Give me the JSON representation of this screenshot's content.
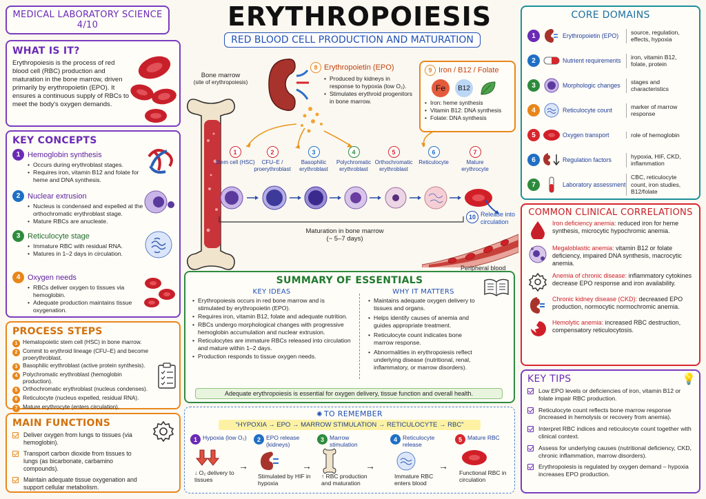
{
  "course": {
    "line1": "MEDICAL LABORATORY SCIENCE",
    "line2": "4/10"
  },
  "title": "ERYTHROPOIESIS",
  "subtitle": "RED BLOOD CELL PRODUCTION AND MATURATION",
  "what": {
    "heading": "WHAT IS IT?",
    "text": "Erythropoiesis is the process of red blood cell (RBC) production and maturation in the bone marrow, driven primarily by erythropoietin (EPO). It ensures a continuous supply of RBCs to meet the body's oxygen demands."
  },
  "key_concepts": {
    "heading": "KEY CONCEPTS",
    "items": [
      {
        "num": "1",
        "title": "Hemoglobin synthesis",
        "points": [
          "Occurs during erythroblast stages.",
          "Requires iron, vitamin B12 and folate for heme and DNA synthesis."
        ]
      },
      {
        "num": "2",
        "title": "Nuclear extrusion",
        "points": [
          "Nucleus is condensed and expelled at the orthochromatic erythroblast stage.",
          "Mature RBCs are anucleate."
        ]
      },
      {
        "num": "3",
        "title": "Reticulocyte stage",
        "points": [
          "Immature RBC with residual RNA.",
          "Matures in 1–2 days in circulation."
        ]
      },
      {
        "num": "4",
        "title": "Oxygen needs",
        "points": [
          "RBCs deliver oxygen to tissues via hemoglobin.",
          "Adequate production maintains tissue oxygenation."
        ]
      }
    ]
  },
  "process": {
    "heading": "PROCESS STEPS",
    "items": [
      "Hematopoietic stem cell (HSC) in bone marrow.",
      "Commit to erythroid lineage (CFU–E) and become proerythroblast.",
      "Basophilic erythroblast (active protein synthesis).",
      "Polychromatic erythroblast (hemoglobin production).",
      "Orthochromatic erythroblast (nucleus condenses).",
      "Reticulocyte (nucleus expelled, residual RNA).",
      "Mature erythrocyte (enters circulation)."
    ]
  },
  "functions": {
    "heading": "MAIN FUNCTIONS",
    "items": [
      "Deliver oxygen from lungs to tissues (via hemoglobin).",
      "Transport carbon dioxide from tissues to lungs (as bicarbonate, carbamino compounds).",
      "Maintain adequate tissue oxygenation and support cellular metabolism."
    ]
  },
  "diagram": {
    "bone_label": "Bone marrow",
    "bone_sub": "(site of erythropoiesis)",
    "epo": {
      "num": "8",
      "title": "Erythropoietin (EPO)",
      "points": [
        "Produced by kidneys in response to hypoxia (low O₂).",
        "Stimulates erythroid progenitors in bone marrow."
      ]
    },
    "nutrients": {
      "num": "9",
      "title": "Iron / B12 / Folate",
      "fe": "Fe",
      "b12": "B12",
      "points": [
        "Iron: heme synthesis",
        "Vitamin B12: DNA synthesis",
        "Folate: DNA synthesis"
      ]
    },
    "stages": [
      {
        "num": "1",
        "name": "Stem cell (HSC)"
      },
      {
        "num": "2",
        "name": "CFU–E / proerythroblast"
      },
      {
        "num": "3",
        "name": "Basophilic erythroblast"
      },
      {
        "num": "4",
        "name": "Polychromatic erythroblast"
      },
      {
        "num": "5",
        "name": "Orthochromatic erythroblast"
      },
      {
        "num": "6",
        "name": "Reticulocyte"
      },
      {
        "num": "7",
        "name": "Mature erythrocyte"
      }
    ],
    "release": {
      "num": "10",
      "label": "Release into circulation"
    },
    "maturation": "Maturation in bone marrow",
    "maturation_days": "(~ 5–7 days)",
    "peripheral": "Peripheral blood"
  },
  "domains": {
    "heading": "CORE DOMAINS",
    "items": [
      {
        "num": "1",
        "name": "Erythropoietin (EPO)",
        "desc": "source, regulation, effects, hypoxia"
      },
      {
        "num": "2",
        "name": "Nutrient requirements",
        "desc": "iron, vitamin B12, folate, protein"
      },
      {
        "num": "3",
        "name": "Morphologic changes",
        "desc": "stages and characteristics"
      },
      {
        "num": "4",
        "name": "Reticulocyte count",
        "desc": "marker of marrow response"
      },
      {
        "num": "5",
        "name": "Oxygen transport",
        "desc": "role of hemoglobin"
      },
      {
        "num": "6",
        "name": "Regulation factors",
        "desc": "hypoxia, HIF, CKD, inflammation"
      },
      {
        "num": "7",
        "name": "Laboratory assessment",
        "desc": "CBC, reticulocyte count, iron studies, B12/folate"
      }
    ]
  },
  "correlations": {
    "heading": "COMMON CLINICAL CORRELATIONS",
    "items": [
      {
        "term": "Iron deficiency anemia:",
        "desc": " reduced iron for heme synthesis, microcytic hypochromic anemia."
      },
      {
        "term": "Megaloblastic anemia:",
        "desc": " vitamin B12 or folate deficiency, impaired DNA synthesis, macrocytic anemia."
      },
      {
        "term": "Anemia of chronic disease:",
        "desc": " inflammatory cytokines decrease EPO response and iron availability."
      },
      {
        "term": "Chronic kidney disease (CKD):",
        "desc": " decreased EPO production, normocytic normochromic anemia."
      },
      {
        "term": "Hemolytic anemia:",
        "desc": " increased RBC destruction, compensatory reticulocytosis."
      }
    ]
  },
  "tips": {
    "heading": "KEY TIPS",
    "items": [
      "Low EPO levels or deficiencies of iron, vitamin B12 or folate impair RBC production.",
      "Reticulocyte count reflects bone marrow response (increased in hemolysis or recovery from anemia).",
      "Interpret RBC indices and reticulocyte count together with clinical context.",
      "Assess for underlying causes (nutritional deficiency, CKD, chronic inflammation, marrow disorders).",
      "Erythropoiesis is regulated by oxygen demand – hypoxia increases EPO production."
    ]
  },
  "summary": {
    "heading": "SUMMARY OF ESSENTIALS",
    "left_heading": "KEY IDEAS",
    "right_heading": "WHY IT MATTERS",
    "left": [
      "Erythropoiesis occurs in red bone marrow and is stimulated by erythropoietin (EPO).",
      "Requires iron, vitamin B12, folate and adequate nutrition.",
      "RBCs undergo morphological changes with progressive hemoglobin accumulation and nuclear extrusion.",
      "Reticulocytes are immature RBCs released into circulation and mature within 1–2 days.",
      "Production responds to tissue oxygen needs."
    ],
    "right": [
      "Maintains adequate oxygen delivery to tissues and organs.",
      "Helps identify causes of anemia and guides appropriate treatment.",
      "Reticulocyte count indicates bone marrow response.",
      "Abnormalities in erythropoiesis reflect underlying disease (nutritional, renal, inflammatory, or marrow disorders)."
    ],
    "banner": "Adequate erythropoiesis is essential for oxygen delivery, tissue function and overall health."
  },
  "remember": {
    "heading": "TO REMEMBER",
    "chain": "“HYPOXIA → EPO → MARROW STIMULATION → RETICULOCYTE → RBC”",
    "steps": [
      {
        "num": "1",
        "title": "Hypoxia (low O₂)",
        "desc": "↓ O₂ delivery to tissues"
      },
      {
        "num": "2",
        "title": "EPO release (kidneys)",
        "desc": "Stimulated by HIF in hypoxia"
      },
      {
        "num": "3",
        "title": "Marrow stimulation",
        "desc": "↑ RBC production and maturation"
      },
      {
        "num": "4",
        "title": "Reticulocyte release",
        "desc": "Immature RBC enters blood"
      },
      {
        "num": "5",
        "title": "Mature RBC",
        "desc": "Functional RBC in circulation"
      }
    ]
  },
  "colors": {
    "purple": "#6a2bb5",
    "blue": "#1f6fc5",
    "green": "#2e8b3e",
    "orange": "#e8861a",
    "red": "#d7262e",
    "teal": "#1b8f98"
  }
}
